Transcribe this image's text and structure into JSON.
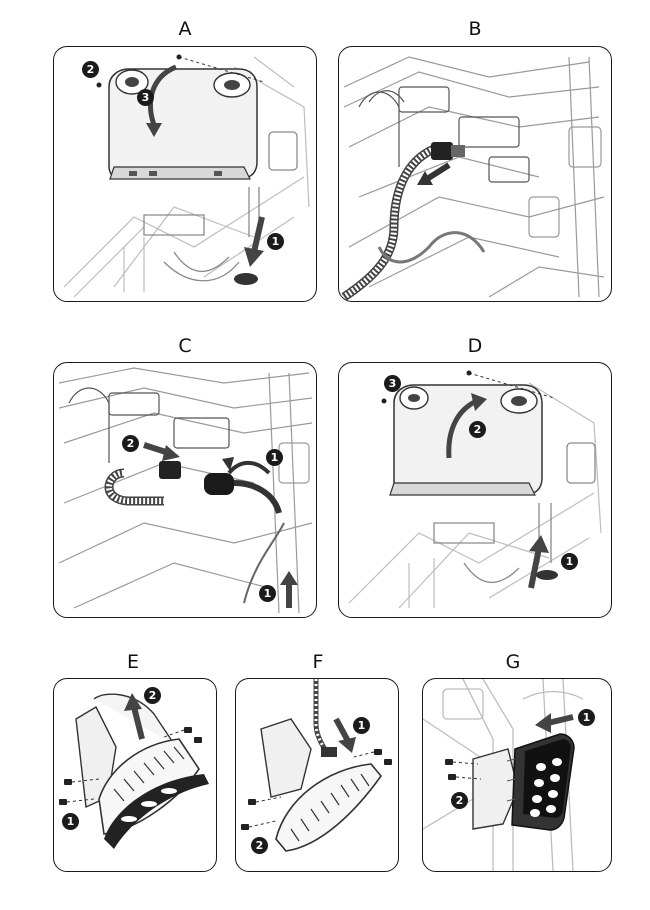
{
  "panels": [
    {
      "label": "A",
      "steps": [
        "1",
        "2",
        "3"
      ]
    },
    {
      "label": "B",
      "steps": []
    },
    {
      "label": "C",
      "steps": [
        "1",
        "2",
        "1"
      ]
    },
    {
      "label": "D",
      "steps": [
        "1",
        "2",
        "3"
      ]
    },
    {
      "label": "E",
      "steps": [
        "1",
        "2"
      ]
    },
    {
      "label": "F",
      "steps": [
        "1",
        "2"
      ]
    },
    {
      "label": "G",
      "steps": [
        "1",
        "2"
      ]
    }
  ]
}
